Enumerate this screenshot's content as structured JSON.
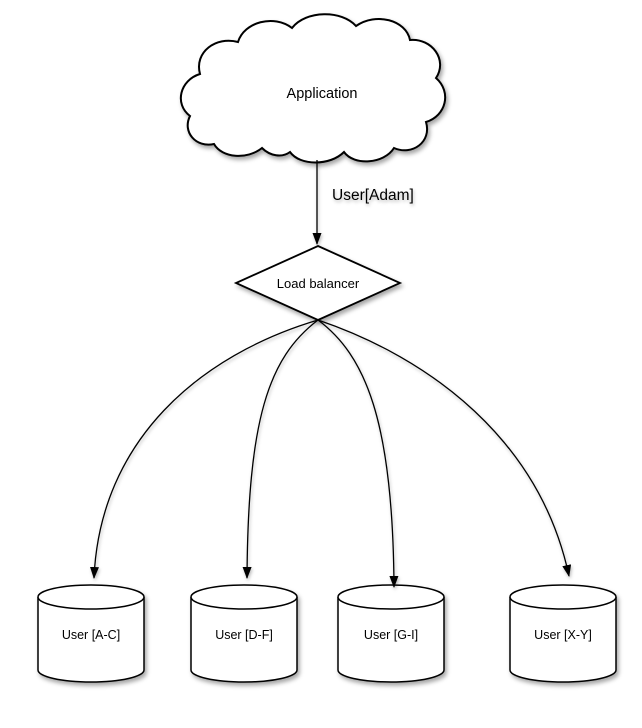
{
  "diagram": {
    "colors": {
      "background": "#ffffff",
      "shape_fill": "#ffffff",
      "stroke": "#000000",
      "text": "#000000"
    },
    "nodes": {
      "application": {
        "label": "Application",
        "shape": "cloud"
      },
      "load_balancer": {
        "label": "Load balancer",
        "shape": "diamond"
      }
    },
    "edges": {
      "app_to_lb": {
        "label": "User[Adam]",
        "from": "application",
        "to": "load_balancer"
      },
      "fanout": [
        {
          "from": "load_balancer",
          "to": "User [A-C]"
        },
        {
          "from": "load_balancer",
          "to": "User [D-F]"
        },
        {
          "from": "load_balancer",
          "to": "User [G-I]"
        },
        {
          "from": "load_balancer",
          "to": "User [X-Y]"
        }
      ]
    },
    "shards": [
      {
        "label": "User [A-C]",
        "shape": "cylinder"
      },
      {
        "label": "User [D-F]",
        "shape": "cylinder"
      },
      {
        "label": "User [G-I]",
        "shape": "cylinder"
      },
      {
        "label": "User [X-Y]",
        "shape": "cylinder"
      }
    ]
  }
}
